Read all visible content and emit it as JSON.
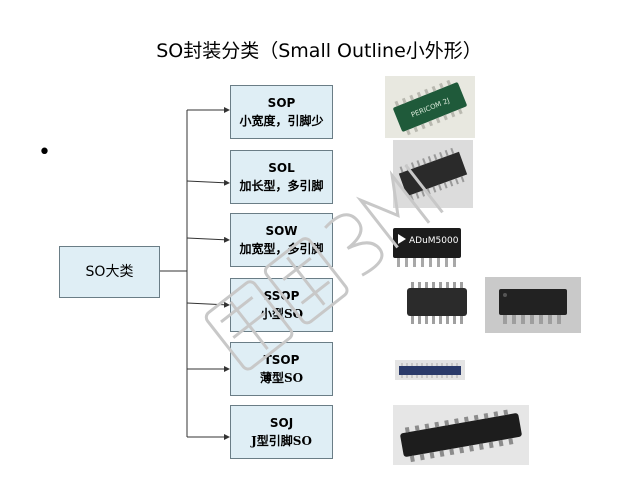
{
  "title": "SO封装分类（Small Outline小外形）",
  "bullet": "•",
  "root": {
    "label": "SO大类"
  },
  "categories": [
    {
      "code": "SOP",
      "desc": "小宽度，引脚少"
    },
    {
      "code": "SOL",
      "desc": "加长型，多引脚"
    },
    {
      "code": "SOW",
      "desc": "加宽型，多引脚"
    },
    {
      "code": "SSOP",
      "desc": "小型SO"
    },
    {
      "code": "TSOP",
      "desc": "薄型SO"
    },
    {
      "code": "SOJ",
      "desc": "J型引脚SO"
    }
  ],
  "chip_markings": {
    "sop": "PERICOM 2J",
    "sow": "ADuM5000"
  },
  "colors": {
    "box_fill": "#dfeef5",
    "box_border": "#6a7d86",
    "connector": "#333333",
    "watermark": "#c8c8c8"
  }
}
